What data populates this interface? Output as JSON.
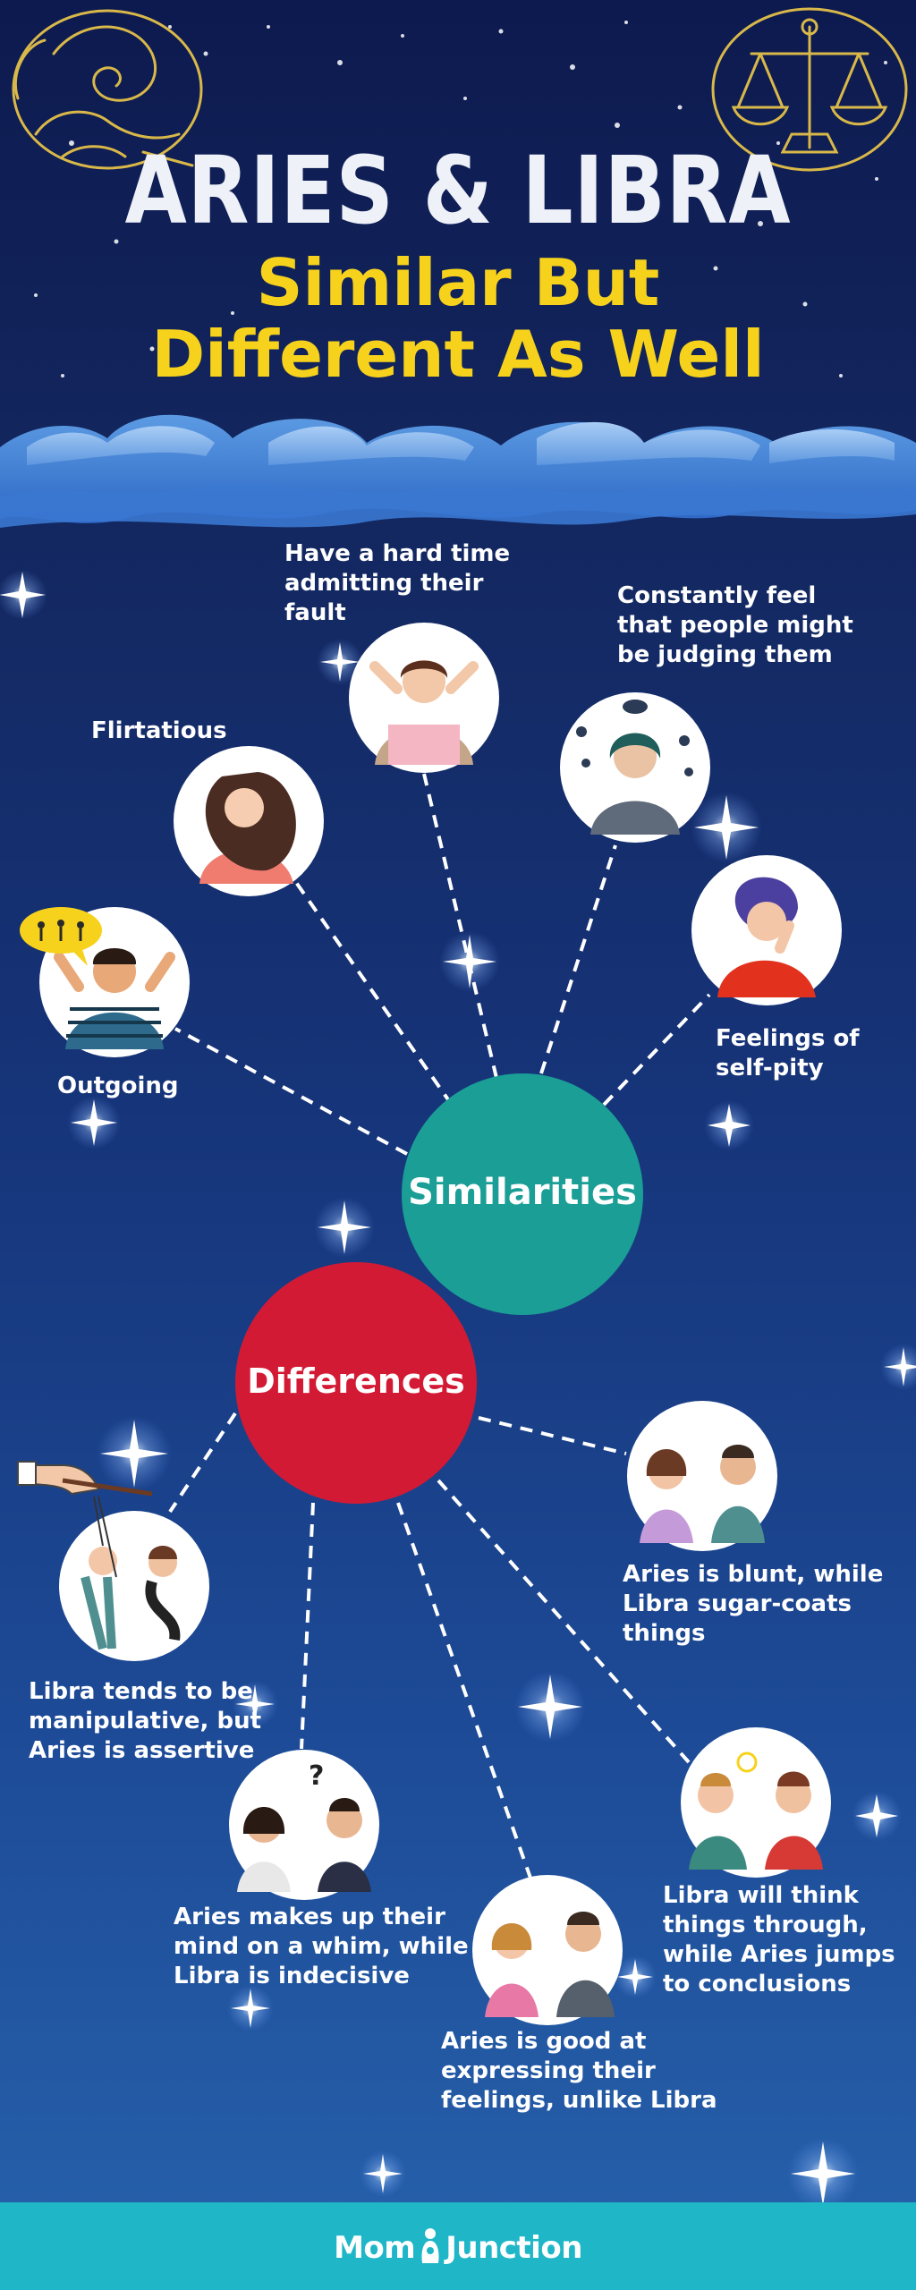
{
  "header": {
    "title": "ARIES & LIBRA",
    "subtitle_line1": "Similar But",
    "subtitle_line2": "Different As Well"
  },
  "similarities": {
    "hub_label": "Similarities",
    "items": [
      {
        "label": "Have a hard time admitting their fault"
      },
      {
        "label": "Constantly feel that people might be judging them"
      },
      {
        "label": "Flirtatious"
      },
      {
        "label": "Feelings of self-pity"
      },
      {
        "label": "Outgoing"
      }
    ]
  },
  "differences": {
    "hub_label": "Differences",
    "items": [
      {
        "label": "Aries is blunt, while Libra sugar-coats things"
      },
      {
        "label": "Libra tends to be manipulative, but Aries is assertive"
      },
      {
        "label": "Aries makes up their mind on a whim, while Libra is indecisive"
      },
      {
        "label": "Libra will think things through, while Aries jumps to conclusions"
      },
      {
        "label": "Aries is good at expressing their feelings, unlike Libra"
      }
    ]
  },
  "footer": {
    "brand_left": "Mom",
    "brand_right": "Junction"
  },
  "colors": {
    "background_top": "#0d1a4f",
    "background_bottom": "#2762ac",
    "title_white": "#eef1f8",
    "title_yellow": "#f7d21c",
    "similarities_hub": "#1a9e96",
    "differences_hub": "#d31a35",
    "footer_bar": "#1fb6c8",
    "zodiac_gold": "#d9b84a"
  }
}
